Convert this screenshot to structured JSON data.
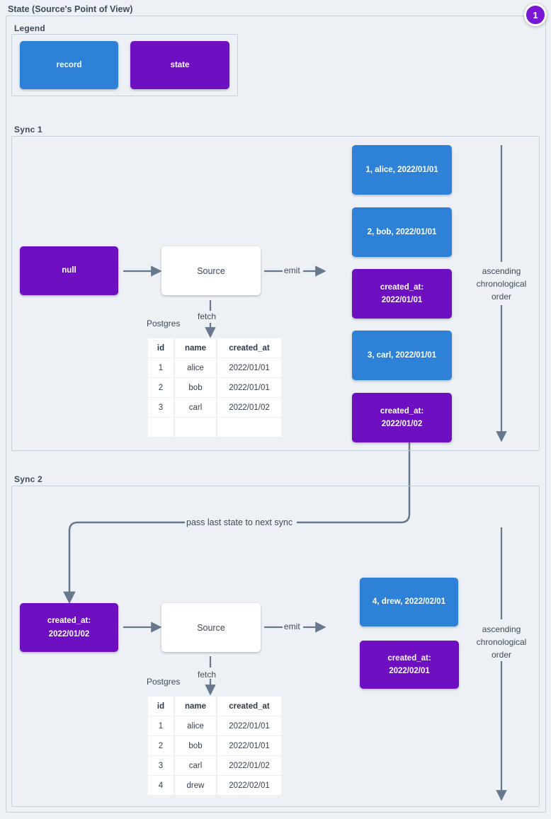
{
  "title": "State (Source's Point of View)",
  "badge": "1",
  "legend": {
    "label": "Legend",
    "record": "record",
    "state": "state"
  },
  "labels": {
    "emit": "emit",
    "fetch": "fetch",
    "db": "Postgres",
    "order": "ascending\nchronological\norder",
    "pass": "pass last state to next sync"
  },
  "sync1": {
    "label": "Sync 1",
    "input_state": "null",
    "source": "Source",
    "table": {
      "headers": [
        "id",
        "name",
        "created_at"
      ],
      "rows": [
        [
          "1",
          "alice",
          "2022/01/01"
        ],
        [
          "2",
          "bob",
          "2022/01/01"
        ],
        [
          "3",
          "carl",
          "2022/01/02"
        ],
        [
          "",
          "",
          ""
        ]
      ]
    },
    "messages": [
      {
        "kind": "record",
        "text": "1, alice, 2022/01/01"
      },
      {
        "kind": "record",
        "text": "2, bob, 2022/01/01"
      },
      {
        "kind": "state",
        "text": "created_at:\n2022/01/01"
      },
      {
        "kind": "record",
        "text": "3, carl, 2022/01/01"
      },
      {
        "kind": "state",
        "text": "created_at:\n2022/01/02"
      }
    ]
  },
  "sync2": {
    "label": "Sync 2",
    "input_state": "created_at:\n2022/01/02",
    "source": "Source",
    "table": {
      "headers": [
        "id",
        "name",
        "created_at"
      ],
      "rows": [
        [
          "1",
          "alice",
          "2022/01/01"
        ],
        [
          "2",
          "bob",
          "2022/01/01"
        ],
        [
          "3",
          "carl",
          "2022/01/02"
        ],
        [
          "4",
          "drew",
          "2022/02/01"
        ]
      ]
    },
    "messages": [
      {
        "kind": "record",
        "text": "4, drew, 2022/02/01"
      },
      {
        "kind": "state",
        "text": "created_at:\n2022/02/01"
      }
    ]
  },
  "colors": {
    "record_blue": "#2d81d6",
    "state_purple": "#6e10c2",
    "badge_purple": "#7a16d6",
    "line_slate": "#67788c"
  }
}
